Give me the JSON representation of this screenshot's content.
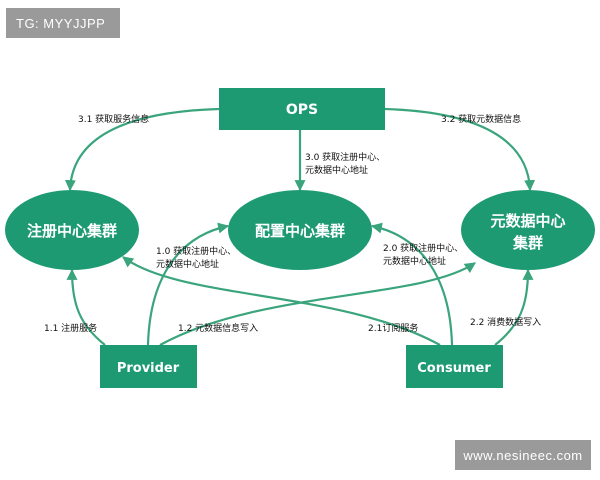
{
  "watermarks": {
    "top": "TG: MYYJJPP",
    "bottom": "www.nesineec.com"
  },
  "colors": {
    "node": "#1e9a73",
    "arrow": "#3aa57c"
  },
  "nodes": {
    "ops": "OPS",
    "registry": "注册中心集群",
    "config": "配置中心集群",
    "metadata_line1": "元数据中心",
    "metadata_line2": "集群",
    "provider": "Provider",
    "consumer": "Consumer"
  },
  "edges": {
    "e31": "3.1 获取服务信息",
    "e32": "3.2 获取元数据信息",
    "e30_line1": "3.0 获取注册中心、",
    "e30_line2": "元数据中心地址",
    "e10_line1": "1.0 获取注册中心、",
    "e10_line2": "元数据中心地址",
    "e20_line1": "2.0 获取注册中心、",
    "e20_line2": "元数据中心地址",
    "e11": "1.1 注册服务",
    "e12": "1.2 元数据信息写入",
    "e21": "2.1订阅服务",
    "e22": "2.2 消费数据写入"
  }
}
